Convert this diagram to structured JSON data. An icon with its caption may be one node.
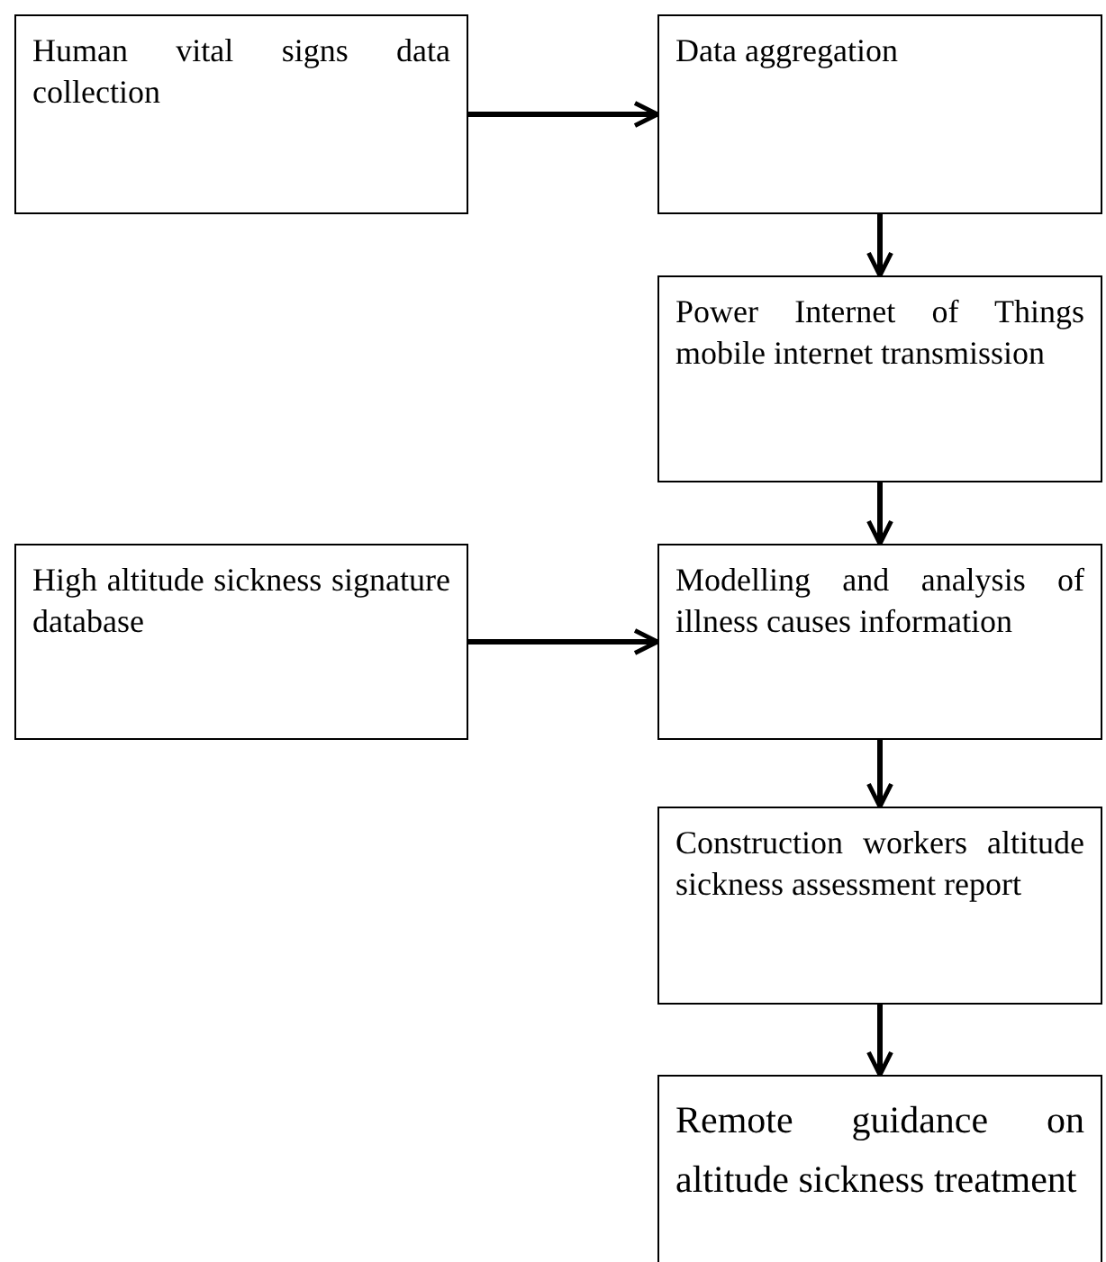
{
  "diagram": {
    "nodes": [
      {
        "text": [
          "Human vital signs data collection"
        ]
      },
      {
        "text": [
          "Data aggregation"
        ]
      },
      {
        "text": [
          "Power Internet of Things mobile internet transmission"
        ]
      },
      {
        "text": [
          "High altitude sickness signature database"
        ]
      },
      {
        "text": [
          "Modelling and analysis of illness causes information"
        ]
      },
      {
        "text": [
          "Construction workers altitude sickness assessment report"
        ]
      },
      {
        "text": [
          "Remote guidance on altitude sickness treatment"
        ]
      }
    ],
    "edges": [
      {
        "from": 0,
        "to": 1,
        "arrow": "to"
      },
      {
        "from": 1,
        "to": 2,
        "arrow": "to"
      },
      {
        "from": 2,
        "to": 4,
        "arrow": "to"
      },
      {
        "from": 3,
        "to": 4,
        "arrow": "to"
      },
      {
        "from": 4,
        "to": 5,
        "arrow": "to"
      },
      {
        "from": 5,
        "to": 6,
        "arrow": "to"
      }
    ]
  }
}
